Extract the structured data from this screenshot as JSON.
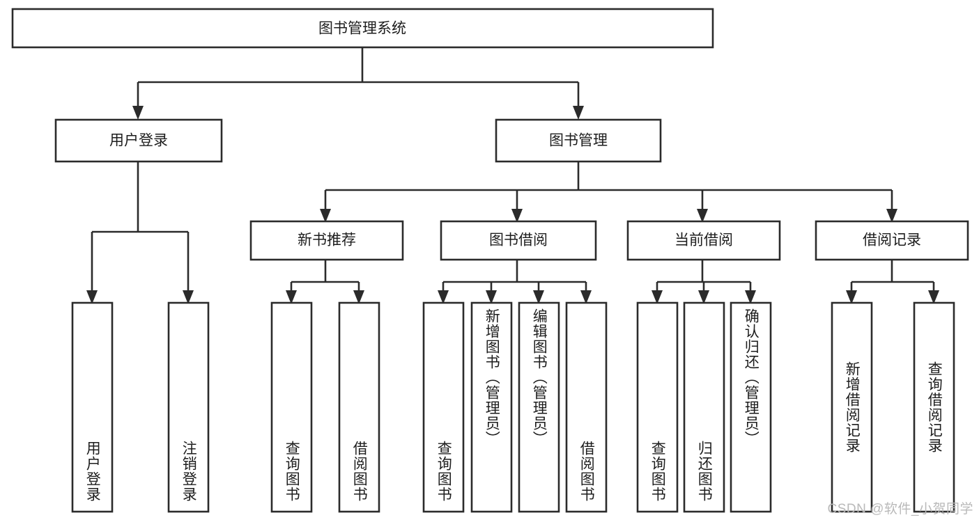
{
  "diagram": {
    "type": "tree-hierarchy",
    "title": "图书管理系统",
    "orientation": "top-down",
    "colors": {
      "box_stroke": "#2b2b2b",
      "box_fill": "#ffffff",
      "text": "#1d1d1d",
      "watermark": "#b9b9b9",
      "background": "#ffffff"
    },
    "root": {
      "label": "图书管理系统",
      "id": "root"
    },
    "level2": [
      {
        "id": "user-login",
        "label": "用户登录"
      },
      {
        "id": "book-management",
        "label": "图书管理"
      }
    ],
    "level3": [
      {
        "id": "new-book-recommend",
        "label": "新书推荐",
        "parent": "book-management"
      },
      {
        "id": "book-borrow",
        "label": "图书借阅",
        "parent": "book-management"
      },
      {
        "id": "current-borrow",
        "label": "当前借阅",
        "parent": "book-management"
      },
      {
        "id": "borrow-record",
        "label": "借阅记录",
        "parent": "book-management"
      }
    ],
    "leaves": [
      {
        "id": "leaf-user-login",
        "label": "用户登录",
        "parent": "user-login"
      },
      {
        "id": "leaf-user-logout",
        "label": "注销登录",
        "parent": "user-login"
      },
      {
        "id": "leaf-query-book-1",
        "label": "查询图书",
        "parent": "new-book-recommend"
      },
      {
        "id": "leaf-borrow-book-1",
        "label": "借阅图书",
        "parent": "new-book-recommend"
      },
      {
        "id": "leaf-query-book-2",
        "label": "查询图书",
        "parent": "book-borrow"
      },
      {
        "id": "leaf-add-book",
        "label": "新增图书（管理员）",
        "parent": "book-borrow"
      },
      {
        "id": "leaf-edit-book",
        "label": "编辑图书（管理员）",
        "parent": "book-borrow"
      },
      {
        "id": "leaf-borrow-book-2",
        "label": "借阅图书",
        "parent": "book-borrow"
      },
      {
        "id": "leaf-query-book-3",
        "label": "查询图书",
        "parent": "current-borrow"
      },
      {
        "id": "leaf-return-book",
        "label": "归还图书",
        "parent": "current-borrow"
      },
      {
        "id": "leaf-confirm-return",
        "label": "确认归还（管理员）",
        "parent": "current-borrow"
      },
      {
        "id": "leaf-add-record",
        "label": "新增借阅记录",
        "parent": "borrow-record"
      },
      {
        "id": "leaf-query-record",
        "label": "查询借阅记录",
        "parent": "borrow-record"
      }
    ],
    "watermark": "CSDN @软件_小贺同学"
  }
}
